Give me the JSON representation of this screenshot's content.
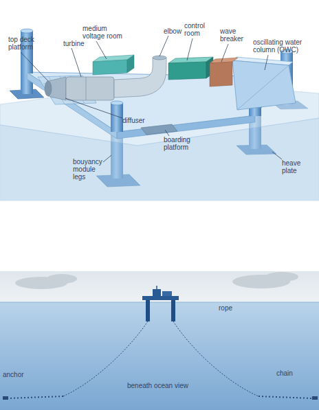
{
  "diagram": {
    "labels": [
      "top deck platform",
      "turbine",
      "medium voltage room",
      "elbow",
      "control room",
      "wave breaker",
      "oscillating water column (OWC)",
      "diffuser",
      "boarding platform",
      "bouyancy module legs",
      "heave plate",
      "rope",
      "anchor",
      "beneath ocean view",
      "chain"
    ]
  }
}
